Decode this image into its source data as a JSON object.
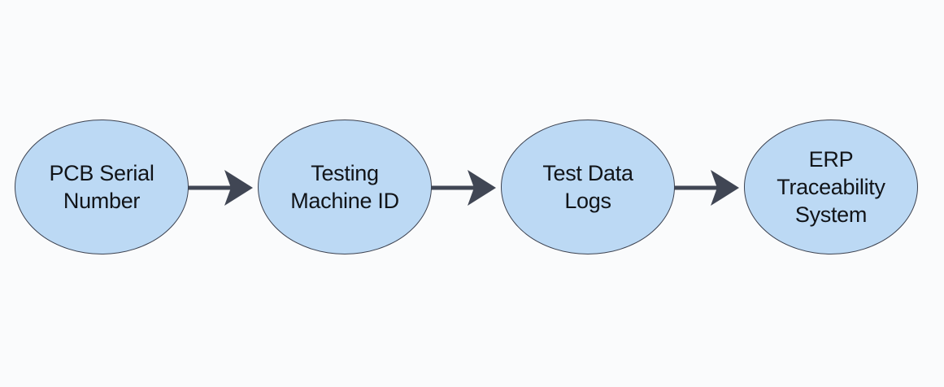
{
  "diagram": {
    "type": "linear-flow",
    "nodes": [
      {
        "id": "pcb-serial-number",
        "lines": [
          "PCB Serial",
          "Number"
        ]
      },
      {
        "id": "testing-machine-id",
        "lines": [
          "Testing",
          "Machine ID"
        ]
      },
      {
        "id": "test-data-logs",
        "lines": [
          "Test Data",
          "Logs"
        ]
      },
      {
        "id": "erp-traceability-system",
        "lines": [
          "ERP",
          "Traceability",
          "System"
        ]
      }
    ],
    "edges": [
      {
        "from": "pcb-serial-number",
        "to": "testing-machine-id"
      },
      {
        "from": "testing-machine-id",
        "to": "test-data-logs"
      },
      {
        "from": "test-data-logs",
        "to": "erp-traceability-system"
      }
    ],
    "colors": {
      "node_fill": "#bcd9f4",
      "node_border": "#3c4250",
      "arrow": "#404654",
      "text": "#111418",
      "background": "#fafbfc"
    }
  }
}
